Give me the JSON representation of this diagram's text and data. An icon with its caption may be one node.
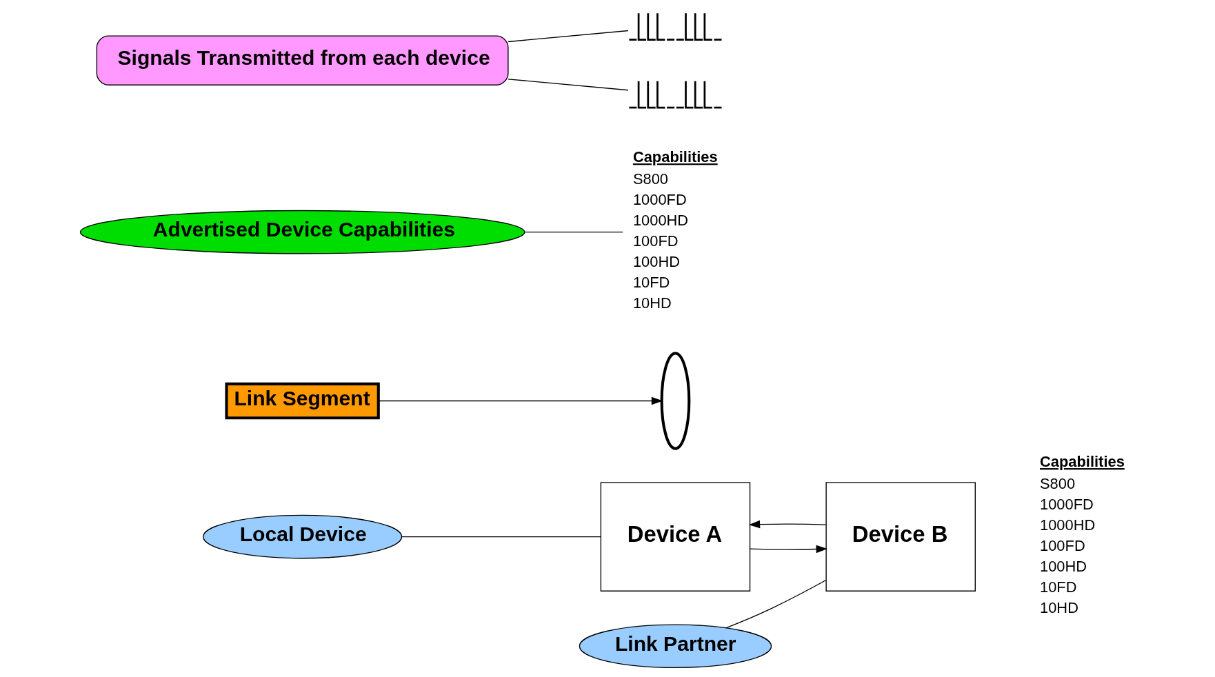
{
  "diagram": {
    "nodes": [
      {
        "text": [
          "Local Device"
        ]
      },
      {
        "text": [
          "Link Segment"
        ]
      },
      {
        "text": [
          "Link Partner"
        ]
      },
      {
        "text": [
          "Capabilities",
          "S800",
          "1000FD",
          "1000HD",
          "100FD",
          "100HD",
          "10FD",
          "10HD"
        ]
      },
      {
        "text": [
          "Device A"
        ]
      },
      {
        "text": [],
        "shape": "picture"
      },
      {
        "text": [],
        "shape": "ellipse"
      },
      {
        "text": [
          "Device B"
        ]
      },
      {
        "text": [],
        "shape": "picture"
      },
      {
        "text": [
          "Advertised Device Capabilities"
        ]
      },
      {
        "text": [
          "Signals Transmitted from each device"
        ]
      }
    ],
    "edges": [
      {
        "from": 0,
        "to": 4,
        "arrow": "none"
      },
      {
        "from": 1,
        "to": 6,
        "arrow": "to"
      },
      {
        "from": 2,
        "to": 7,
        "arrow": "none"
      },
      {
        "from": 4,
        "to": 7,
        "arrow": "to"
      },
      {
        "from": 7,
        "to": 4,
        "arrow": "to"
      },
      {
        "from": 9,
        "to": 3,
        "arrow": "none"
      },
      {
        "from": 10,
        "to": 5,
        "arrow": "none"
      },
      {
        "from": 10,
        "to": 8,
        "arrow": "none"
      }
    ],
    "labels": [
      "Capabilities",
      "S800",
      "1000FD",
      "1000HD",
      "100FD",
      "100HD",
      "10FD",
      "10HD"
    ]
  }
}
